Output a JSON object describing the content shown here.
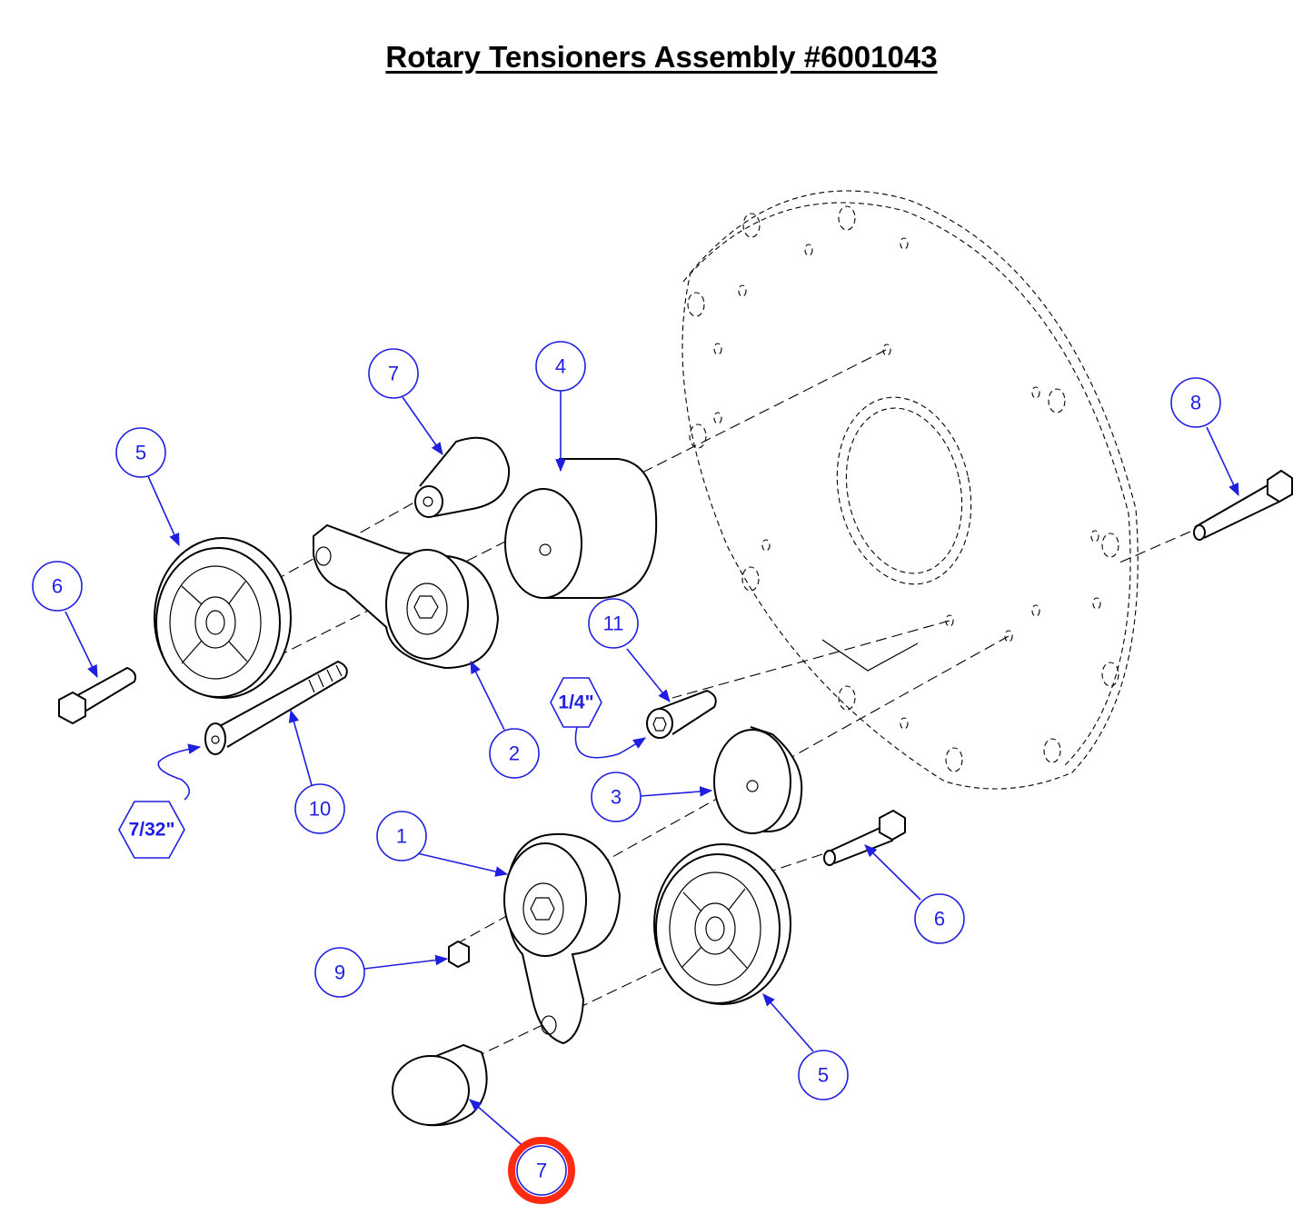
{
  "title": "Rotary Tensioners Assembly #6001043",
  "callouts": [
    {
      "label": "1"
    },
    {
      "label": "2"
    },
    {
      "label": "3"
    },
    {
      "label": "4"
    },
    {
      "label": "5"
    },
    {
      "label": "5"
    },
    {
      "label": "6"
    },
    {
      "label": "6"
    },
    {
      "label": "7"
    },
    {
      "label": "7"
    },
    {
      "label": "8"
    },
    {
      "label": "9"
    },
    {
      "label": "10"
    },
    {
      "label": "11"
    }
  ],
  "hex_keys": [
    {
      "label": "1/4\""
    },
    {
      "label": "7/32\""
    }
  ],
  "colors": {
    "callout": "#1f1fe0",
    "highlight": "#ff2a10",
    "line": "#000000"
  }
}
